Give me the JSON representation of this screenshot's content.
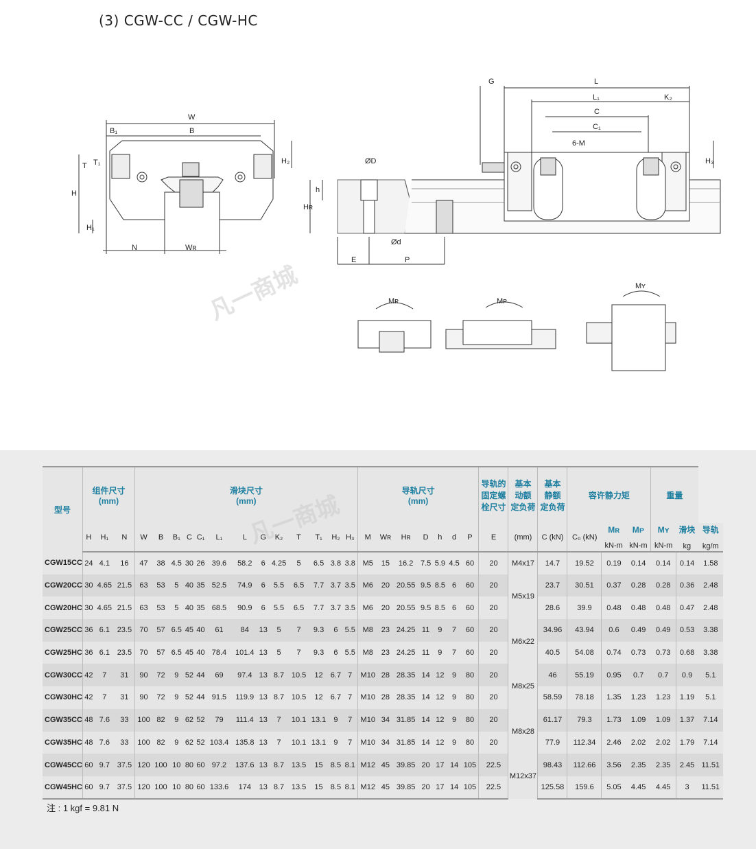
{
  "title": "(3) CGW-CC / CGW-HC",
  "drawing_labels": {
    "W": "W",
    "B": "B",
    "B1": "B₁",
    "T": "T",
    "T1": "T₁",
    "H2": "H₂",
    "H": "H",
    "H1": "H₁",
    "N": "N",
    "WR": "Wʀ",
    "h": "h",
    "HR": "Hʀ",
    "OD": "ØD",
    "Od": "Ød",
    "E": "E",
    "P": "P",
    "G": "G",
    "L": "L",
    "L1": "L₁",
    "C": "C",
    "C1": "C₁",
    "K2": "K₂",
    "M6": "6-M",
    "H3": "H₃",
    "MR": "Mʀ",
    "MP": "Mᴘ",
    "MY": "Mʏ"
  },
  "watermark": "凡一商城",
  "table": {
    "header_top": {
      "model": "型号",
      "assembly": "组件尺寸\n(mm)",
      "block": "滑块尺寸\n(mm)",
      "rail": "导轨尺寸\n(mm)",
      "bolt": "导轨的\n固定螺\n栓尺寸",
      "dyn": "基本\n动额\n定负荷",
      "stat": "基本\n静额\n定负荷",
      "moment": "容许静力矩",
      "weight": "重量"
    },
    "header_mid": {
      "MR": "Mʀ",
      "MP": "Mᴘ",
      "MY": "Mʏ",
      "block_w": "滑块",
      "rail_w": "导轨"
    },
    "columns": [
      "H",
      "H₁",
      "N",
      "W",
      "B",
      "B₁",
      "C",
      "C₁",
      "L₁",
      "L",
      "G",
      "K₂",
      "T",
      "T₁",
      "H₂",
      "H₃",
      "M",
      "Wʀ",
      "Hʀ",
      "D",
      "h",
      "d",
      "P",
      "E",
      "(mm)",
      "C (kN)",
      "C₀ (kN)",
      "kN-m",
      "kN-m",
      "kN-m",
      "kg",
      "kg/m"
    ],
    "rows": [
      {
        "model": "CGW15CC",
        "v": [
          "24",
          "4.1",
          "16",
          "47",
          "38",
          "4.5",
          "30",
          "26",
          "39.6",
          "58.2",
          "6",
          "4.25",
          "5",
          "6.5",
          "3.8",
          "3.8",
          "M5",
          "15",
          "16.2",
          "7.5",
          "5.9",
          "4.5",
          "60",
          "20"
        ],
        "r": [
          "14.7",
          "19.52",
          "0.19",
          "0.14",
          "0.14",
          "0.14",
          "1.58"
        ]
      },
      {
        "model": "CGW20CC",
        "v": [
          "30",
          "4.65",
          "21.5",
          "63",
          "53",
          "5",
          "40",
          "35",
          "52.5",
          "74.9",
          "6",
          "5.5",
          "6.5",
          "7.7",
          "3.7",
          "3.5",
          "M6",
          "20",
          "20.55",
          "9.5",
          "8.5",
          "6",
          "60",
          "20"
        ],
        "r": [
          "23.7",
          "30.51",
          "0.37",
          "0.28",
          "0.28",
          "0.36",
          "2.48"
        ]
      },
      {
        "model": "CGW20HC",
        "v": [
          "30",
          "4.65",
          "21.5",
          "63",
          "53",
          "5",
          "40",
          "35",
          "68.5",
          "90.9",
          "6",
          "5.5",
          "6.5",
          "7.7",
          "3.7",
          "3.5",
          "M6",
          "20",
          "20.55",
          "9.5",
          "8.5",
          "6",
          "60",
          "20"
        ],
        "r": [
          "28.6",
          "39.9",
          "0.48",
          "0.48",
          "0.48",
          "0.47",
          "2.48"
        ]
      },
      {
        "model": "CGW25CC",
        "v": [
          "36",
          "6.1",
          "23.5",
          "70",
          "57",
          "6.5",
          "45",
          "40",
          "61",
          "84",
          "13",
          "5",
          "7",
          "9.3",
          "6",
          "5.5",
          "M8",
          "23",
          "24.25",
          "11",
          "9",
          "7",
          "60",
          "20"
        ],
        "r": [
          "34.96",
          "43.94",
          "0.6",
          "0.49",
          "0.49",
          "0.53",
          "3.38"
        ]
      },
      {
        "model": "CGW25HC",
        "v": [
          "36",
          "6.1",
          "23.5",
          "70",
          "57",
          "6.5",
          "45",
          "40",
          "78.4",
          "101.4",
          "13",
          "5",
          "7",
          "9.3",
          "6",
          "5.5",
          "M8",
          "23",
          "24.25",
          "11",
          "9",
          "7",
          "60",
          "20"
        ],
        "r": [
          "40.5",
          "54.08",
          "0.74",
          "0.73",
          "0.73",
          "0.68",
          "3.38"
        ]
      },
      {
        "model": "CGW30CC",
        "v": [
          "42",
          "7",
          "31",
          "90",
          "72",
          "9",
          "52",
          "44",
          "69",
          "97.4",
          "13",
          "8.7",
          "10.5",
          "12",
          "6.7",
          "7",
          "M10",
          "28",
          "28.35",
          "14",
          "12",
          "9",
          "80",
          "20"
        ],
        "r": [
          "46",
          "55.19",
          "0.95",
          "0.7",
          "0.7",
          "0.9",
          "5.1"
        ]
      },
      {
        "model": "CGW30HC",
        "v": [
          "42",
          "7",
          "31",
          "90",
          "72",
          "9",
          "52",
          "44",
          "91.5",
          "119.9",
          "13",
          "8.7",
          "10.5",
          "12",
          "6.7",
          "7",
          "M10",
          "28",
          "28.35",
          "14",
          "12",
          "9",
          "80",
          "20"
        ],
        "r": [
          "58.59",
          "78.18",
          "1.35",
          "1.23",
          "1.23",
          "1.19",
          "5.1"
        ]
      },
      {
        "model": "CGW35CC",
        "v": [
          "48",
          "7.6",
          "33",
          "100",
          "82",
          "9",
          "62",
          "52",
          "79",
          "111.4",
          "13",
          "7",
          "10.1",
          "13.1",
          "9",
          "7",
          "M10",
          "34",
          "31.85",
          "14",
          "12",
          "9",
          "80",
          "20"
        ],
        "r": [
          "61.17",
          "79.3",
          "1.73",
          "1.09",
          "1.09",
          "1.37",
          "7.14"
        ]
      },
      {
        "model": "CGW35HC",
        "v": [
          "48",
          "7.6",
          "33",
          "100",
          "82",
          "9",
          "62",
          "52",
          "103.4",
          "135.8",
          "13",
          "7",
          "10.1",
          "13.1",
          "9",
          "7",
          "M10",
          "34",
          "31.85",
          "14",
          "12",
          "9",
          "80",
          "20"
        ],
        "r": [
          "77.9",
          "112.34",
          "2.46",
          "2.02",
          "2.02",
          "1.79",
          "7.14"
        ]
      },
      {
        "model": "CGW45CC",
        "v": [
          "60",
          "9.7",
          "37.5",
          "120",
          "100",
          "10",
          "80",
          "60",
          "97.2",
          "137.6",
          "13",
          "8.7",
          "13.5",
          "15",
          "8.5",
          "8.1",
          "M12",
          "45",
          "39.85",
          "20",
          "17",
          "14",
          "105",
          "22.5"
        ],
        "r": [
          "98.43",
          "112.66",
          "3.56",
          "2.35",
          "2.35",
          "2.45",
          "11.51"
        ]
      },
      {
        "model": "CGW45HC",
        "v": [
          "60",
          "9.7",
          "37.5",
          "120",
          "100",
          "10",
          "80",
          "60",
          "133.6",
          "174",
          "13",
          "8.7",
          "13.5",
          "15",
          "8.5",
          "8.1",
          "M12",
          "45",
          "39.85",
          "20",
          "17",
          "14",
          "105",
          "22.5"
        ],
        "r": [
          "125.58",
          "159.6",
          "5.05",
          "4.45",
          "4.45",
          "3",
          "11.51"
        ]
      }
    ],
    "bolts": [
      {
        "label": "M4x17",
        "rows": 1
      },
      {
        "label": "M5x19",
        "rows": 2
      },
      {
        "label": "M6x22",
        "rows": 2
      },
      {
        "label": "M8x25",
        "rows": 2
      },
      {
        "label": "M8x28",
        "rows": 2
      },
      {
        "label": "M12x37",
        "rows": 2
      }
    ]
  },
  "note": "注 : 1 kgf = 9.81 N"
}
